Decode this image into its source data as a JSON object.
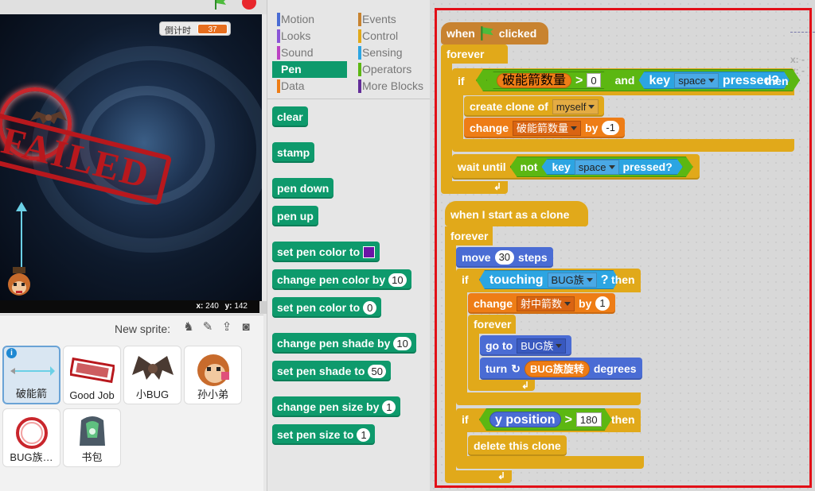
{
  "stage": {
    "timer_label": "倒计时",
    "timer_value": "37",
    "failed_text": "FAILED",
    "x_label": "x:",
    "x_value": "240",
    "y_label": "y:",
    "y_value": "142"
  },
  "sprites": {
    "new_sprite_label": "New sprite:",
    "items": [
      {
        "name": "破能箭",
        "selected": true
      },
      {
        "name": "Good Job"
      },
      {
        "name": "小BUG"
      },
      {
        "name": "孙小弟"
      },
      {
        "name": "BUG族…"
      },
      {
        "name": "书包"
      }
    ]
  },
  "categories": {
    "motion": "Motion",
    "looks": "Looks",
    "sound": "Sound",
    "pen": "Pen",
    "data": "Data",
    "events": "Events",
    "control": "Control",
    "sensing": "Sensing",
    "operators": "Operators",
    "more": "More Blocks",
    "colors": {
      "motion": "#4a6cd4",
      "looks": "#8a55d7",
      "sound": "#bb42c3",
      "pen": "#0e9a6c",
      "data": "#ee7d16",
      "events": "#c88330",
      "control": "#e1a91a",
      "sensing": "#2ca5e2",
      "operators": "#5cb712",
      "more": "#632d99"
    }
  },
  "palette": {
    "clear": "clear",
    "stamp": "stamp",
    "pen_down": "pen down",
    "pen_up": "pen up",
    "set_pen_color_to": "set pen color to",
    "change_pen_color_by": "change pen color by",
    "change_pen_color_value": "10",
    "set_pen_color_to_num": "set pen color to",
    "set_pen_color_num_value": "0",
    "change_pen_shade_by": "change pen shade by",
    "change_pen_shade_value": "10",
    "set_pen_shade_to": "set pen shade to",
    "set_pen_shade_value": "50",
    "change_pen_size_by": "change pen size by",
    "change_pen_size_value": "1",
    "set_pen_size_to": "set pen size to",
    "set_pen_size_value": "1"
  },
  "script1": {
    "when": "when",
    "clicked": "clicked",
    "forever": "forever",
    "if": "if",
    "var1": "破能箭数量",
    "gt": ">",
    "zero": "0",
    "and": "and",
    "key": "key",
    "space": "space",
    "pressed": "pressed?",
    "then": "then",
    "create_clone_of": "create clone of",
    "myself": "myself",
    "change": "change",
    "by": "by",
    "minus1": "-1",
    "wait_until": "wait until",
    "not": "not"
  },
  "script2": {
    "when_clone": "when I start as a clone",
    "forever": "forever",
    "move": "move",
    "steps_value": "30",
    "steps": "steps",
    "if": "if",
    "touching": "touching",
    "bug_clan": "BUG族",
    "q": "?",
    "then": "then",
    "change": "change",
    "var2": "射中箭数",
    "by": "by",
    "one": "1",
    "forever2": "forever",
    "go_to": "go to",
    "turn": "turn",
    "var3": "BUG族旋转",
    "degrees": "degrees",
    "y_position": "y position",
    "gt": ">",
    "v180": "180",
    "delete_clone": "delete this clone"
  },
  "script_area": {
    "x_readout": "x: -",
    "y_readout": "y: -"
  }
}
